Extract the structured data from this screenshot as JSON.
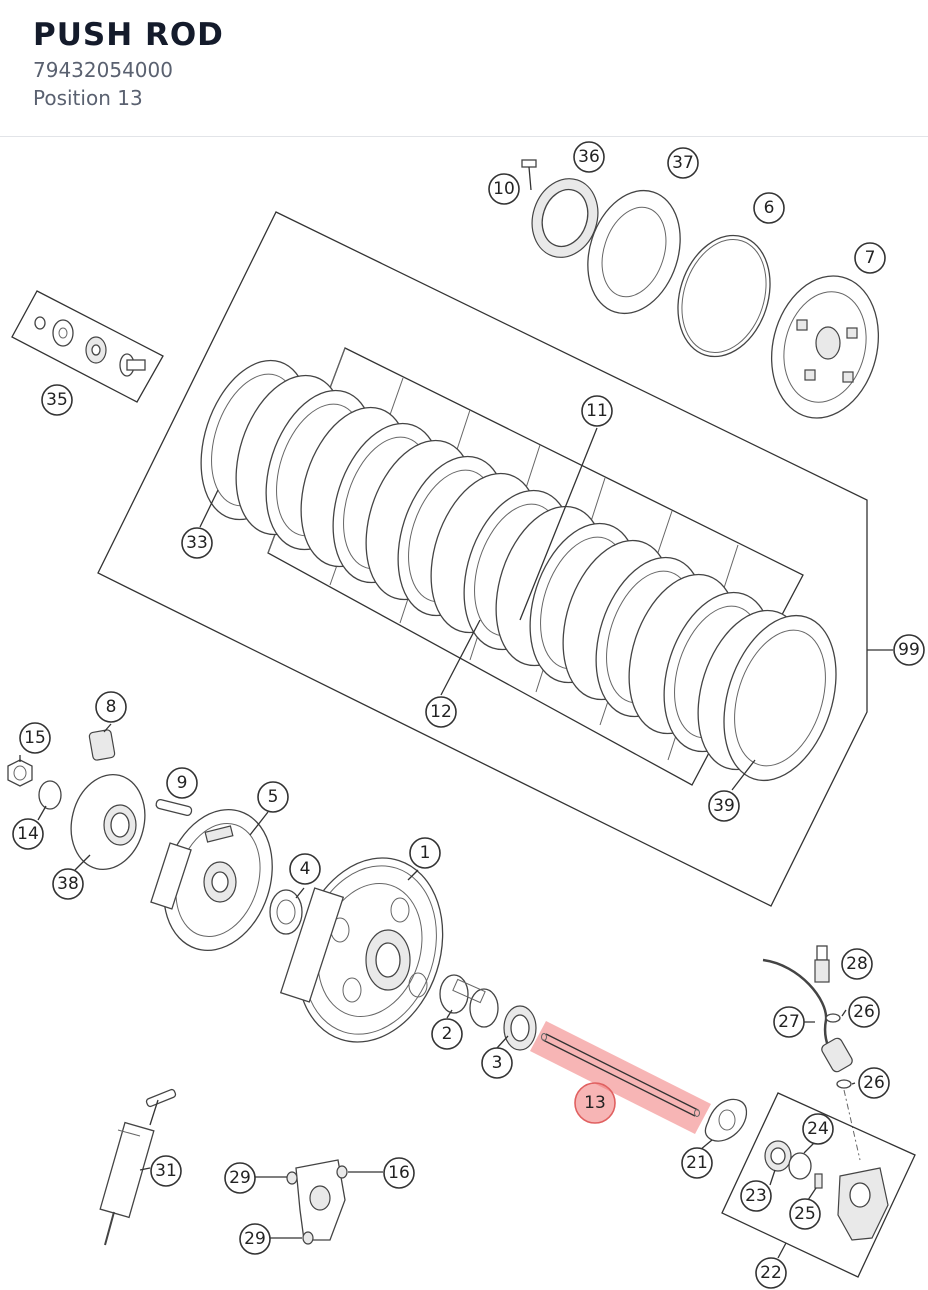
{
  "header": {
    "title": "PUSH ROD",
    "part_number": "79432054000",
    "position": "Position 13"
  },
  "diagram": {
    "selected_position": "13",
    "highlight_color": "#f07878",
    "callouts": [
      "36",
      "37",
      "10",
      "6",
      "7",
      "35",
      "11",
      "33",
      "99",
      "12",
      "39",
      "8",
      "15",
      "9",
      "5",
      "14",
      "38",
      "4",
      "1",
      "28",
      "26",
      "27",
      "2",
      "3",
      "13",
      "26",
      "24",
      "21",
      "23",
      "25",
      "31",
      "29",
      "16",
      "29",
      "22"
    ]
  }
}
